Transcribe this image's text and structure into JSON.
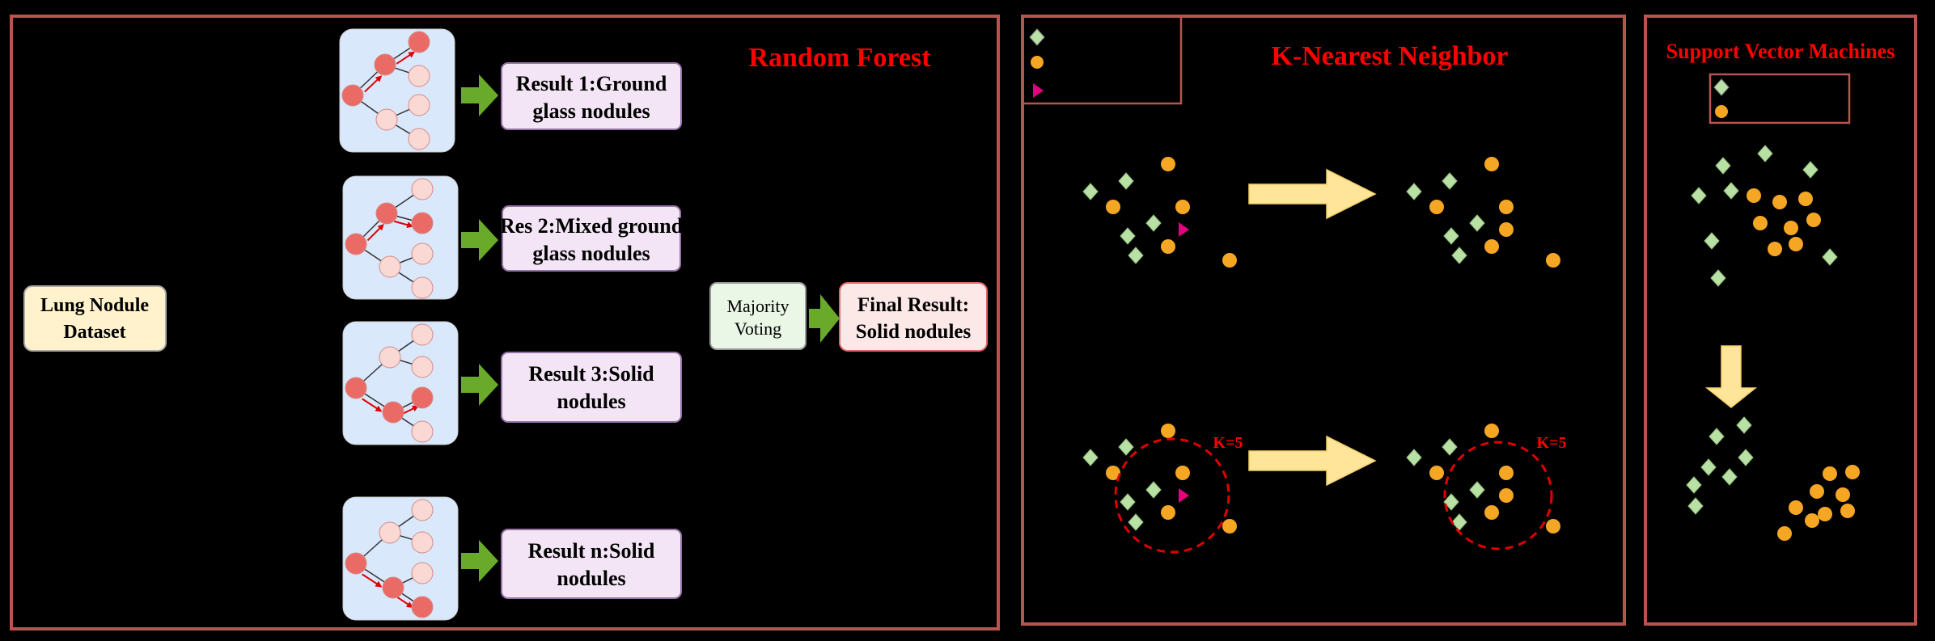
{
  "random_forest": {
    "title": "Random Forest",
    "dataset_lines": [
      "Lung Nodule",
      "Dataset"
    ],
    "results": [
      [
        "Result 1:Ground",
        "glass nodules"
      ],
      [
        "Res 2:Mixed ground",
        "glass nodules"
      ],
      [
        "Result 3:Solid",
        "nodules"
      ],
      [
        "Result n:Solid",
        "nodules"
      ]
    ],
    "voting_lines": [
      "Majority",
      "Voting"
    ],
    "final_lines": [
      "Final Result:",
      "Solid nodules"
    ]
  },
  "knn": {
    "title": "K-Nearest Neighbor",
    "k_label_left": "K=5",
    "k_label_right": "K=5"
  },
  "svm": {
    "title": "Support Vector Machines"
  },
  "colors": {
    "panel_border": "#b85450",
    "title_red": "#ff0000",
    "dataset_fill": "#fff2cc",
    "result_fill": "#f3e5f5",
    "result_stroke": "#9673a6",
    "voting_fill": "#eaf6e6",
    "final_fill": "#fde8e8",
    "final_stroke": "#e06666",
    "tree_bg": "#dae8fc",
    "node_dark": "#ea6b66",
    "node_light": "#fad9d5",
    "green_arrow": "#6aaa2a",
    "yellow_arrow": "#ffe599",
    "diamond": "#b9e0a5",
    "dot": "#f5a623",
    "triangle": "#e6007e"
  }
}
